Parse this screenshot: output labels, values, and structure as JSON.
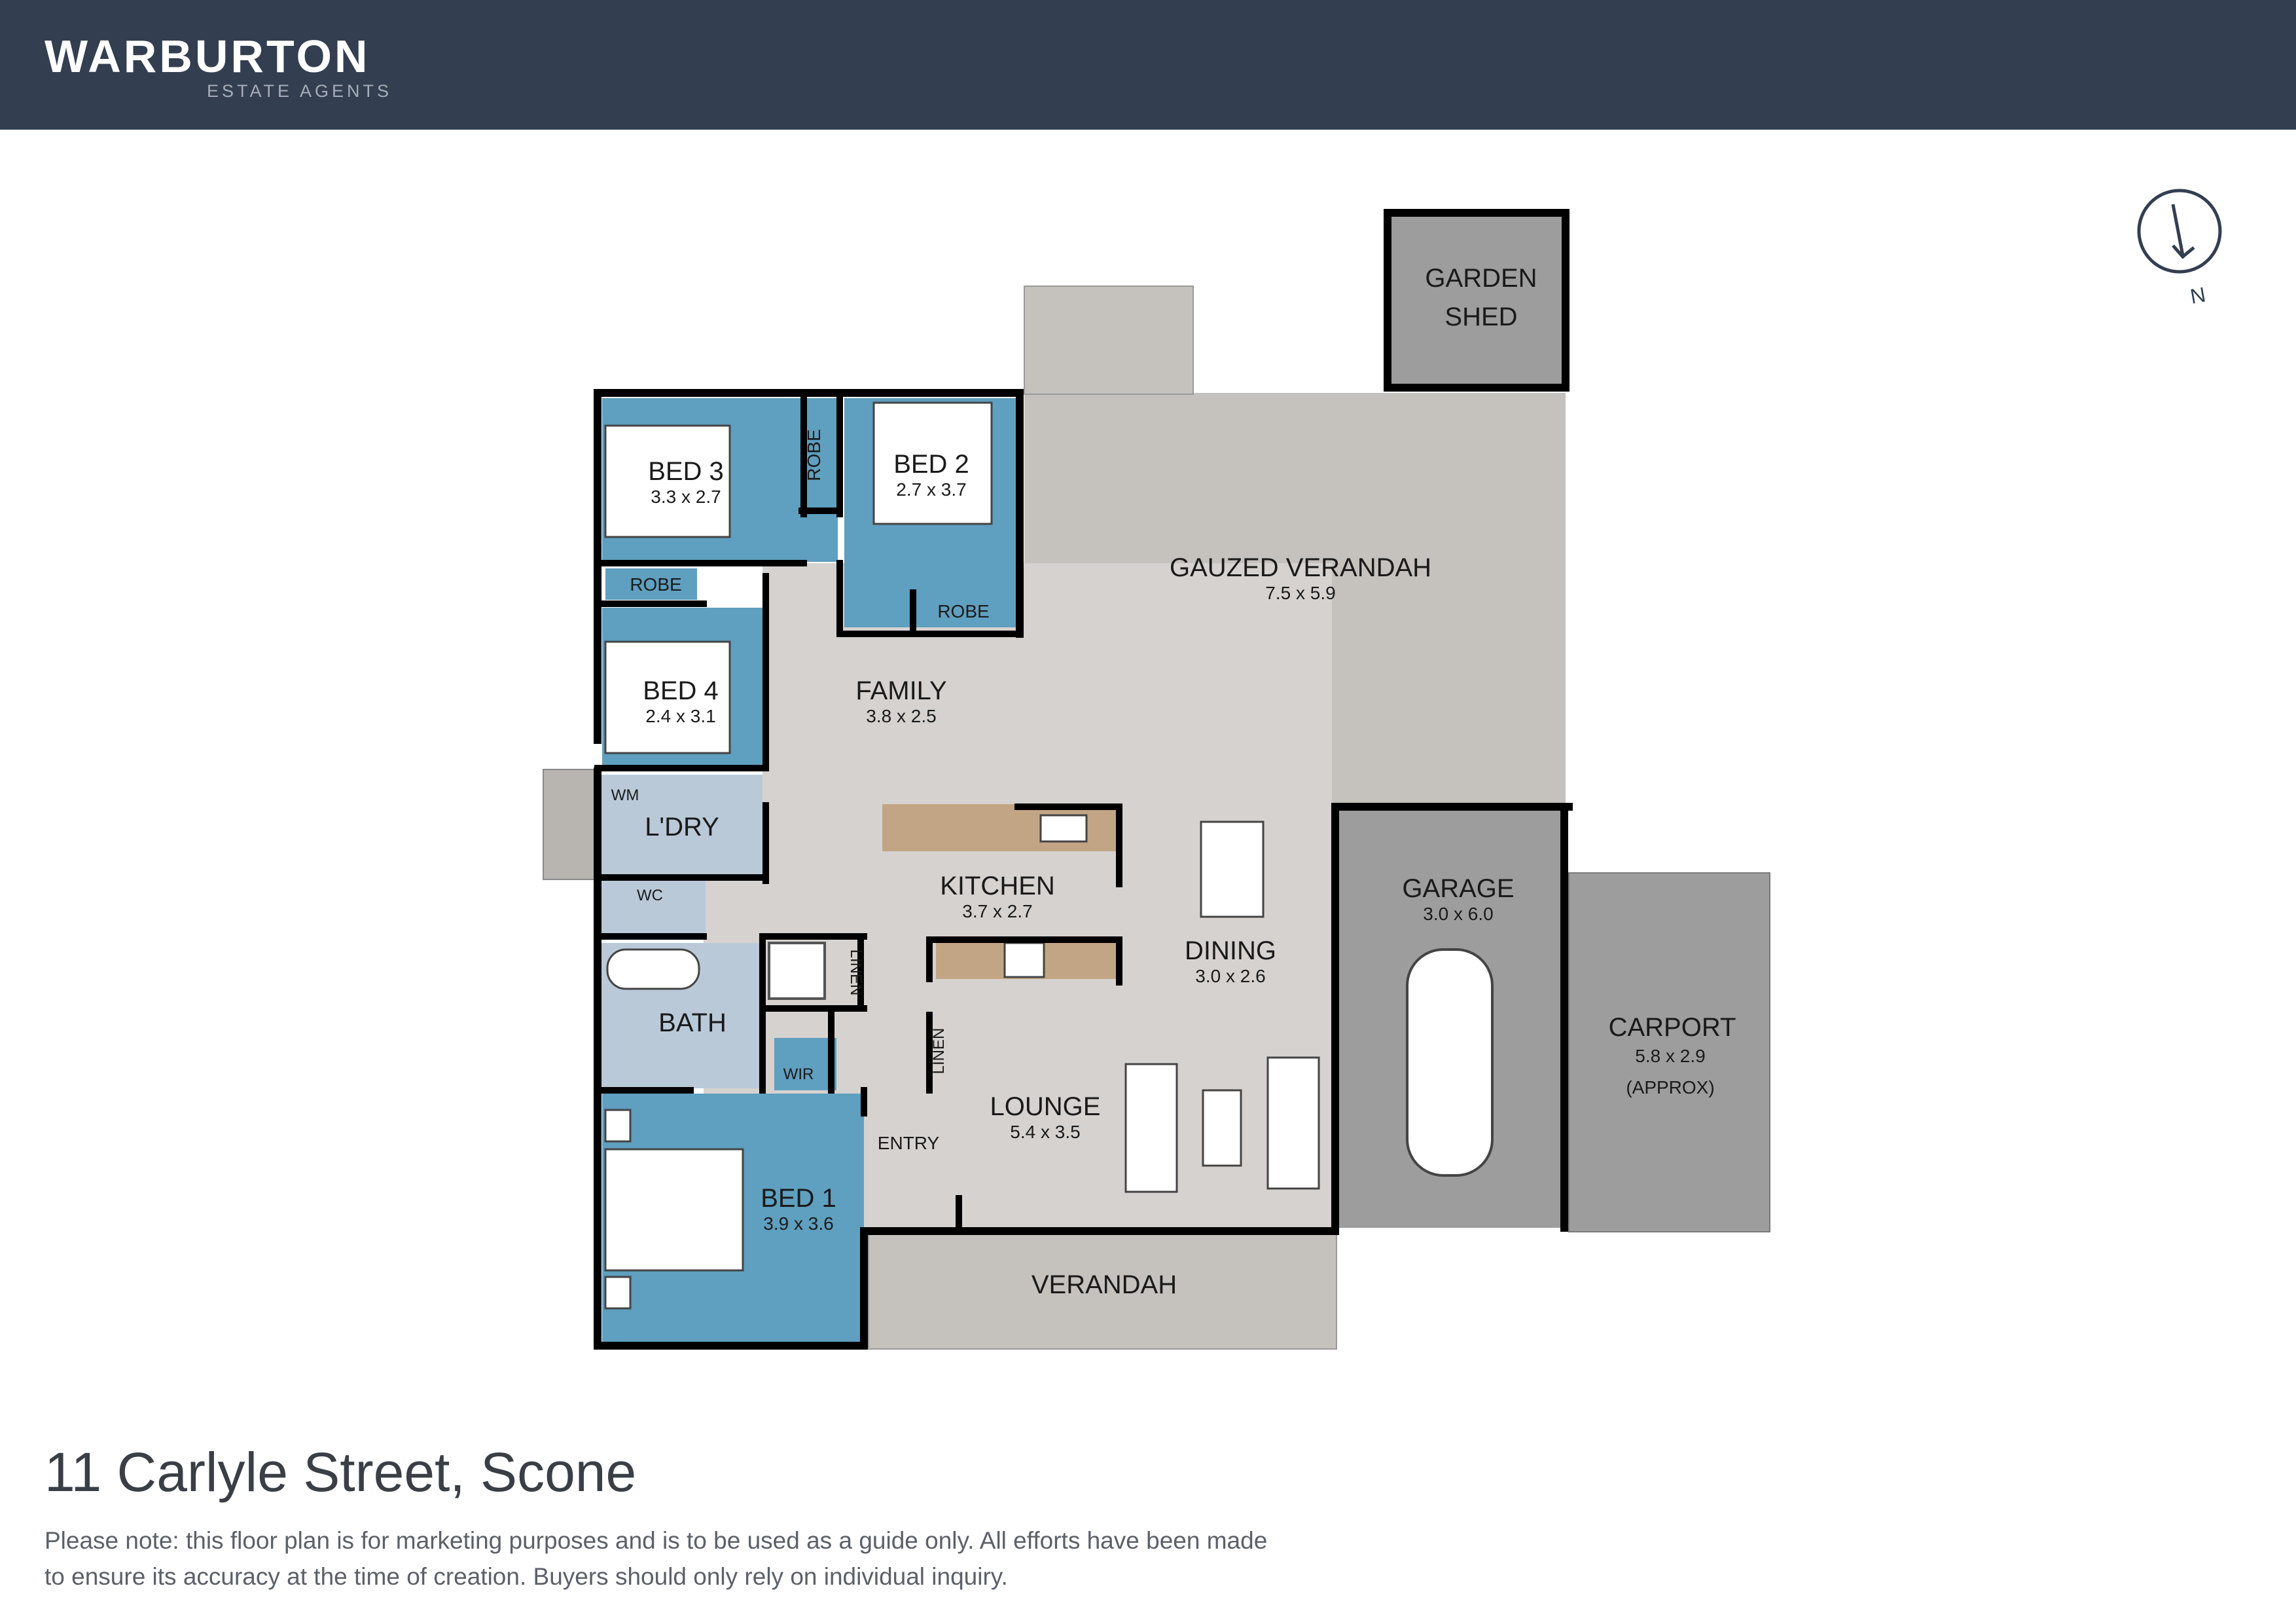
{
  "header": {
    "brand": "WARBURTON",
    "tagline": "ESTATE AGENTS"
  },
  "compass": {
    "label": "N"
  },
  "rooms": {
    "bed3": {
      "name": "BED 3",
      "size": "3.3 x 2.7"
    },
    "bed2": {
      "name": "BED 2",
      "size": "2.7 x 3.7"
    },
    "bed4": {
      "name": "BED 4",
      "size": "2.4 x 3.1"
    },
    "bed1": {
      "name": "BED 1",
      "size": "3.9 x 3.6"
    },
    "family": {
      "name": "FAMILY",
      "size": "3.8 x 2.5"
    },
    "kitchen": {
      "name": "KITCHEN",
      "size": "3.7 x 2.7"
    },
    "dining": {
      "name": "DINING",
      "size": "3.0 x 2.6"
    },
    "lounge": {
      "name": "LOUNGE",
      "size": "5.4 x 3.5"
    },
    "gauzed_verandah": {
      "name": "GAUZED VERANDAH",
      "size": "7.5 x 5.9"
    },
    "garage": {
      "name": "GARAGE",
      "size": "3.0 x 6.0"
    },
    "carport": {
      "name": "CARPORT",
      "size": "5.8 x 2.9",
      "note": "(APPROX)"
    },
    "garden_shed": {
      "line1": "GARDEN",
      "line2": "SHED"
    },
    "robe_bed3": "ROBE",
    "robe_bed4": "ROBE",
    "robe_bed2": "ROBE",
    "laundry": "L'DRY",
    "wm": "WM",
    "wc": "WC",
    "bath": "BATH",
    "linen1": "LINEN",
    "linen2": "LINEN",
    "wir": "WIR",
    "entry": "ENTRY",
    "verandah": "VERANDAH"
  },
  "address": "11 Carlyle Street, Scone",
  "disclaimer": "Please note: this floor plan is for marketing purposes and is to be used as a guide only. All efforts have been made to ensure its accuracy at the time of creation. Buyers should only rely on individual inquiry.",
  "colors": {
    "header_bg": "#333f50",
    "bedroom": "#5f9fbf",
    "wet_area": "#b9c9d8",
    "living": "#d6d2cf",
    "outdoor": "#c5c1bd",
    "garage": "#9d9d9d",
    "wall": "#000000"
  }
}
